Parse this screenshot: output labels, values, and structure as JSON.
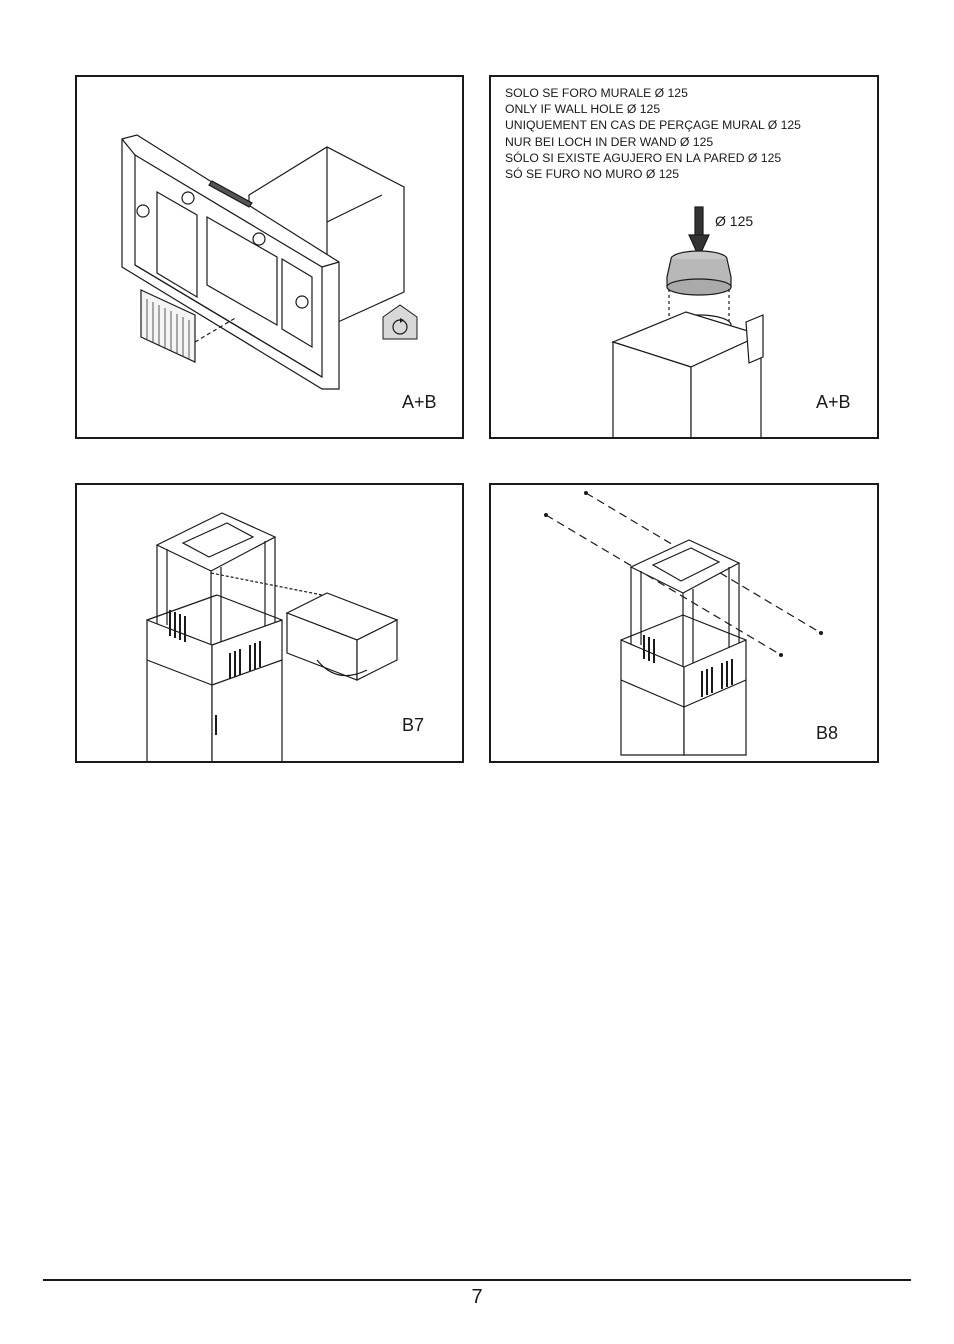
{
  "panels": {
    "p1": {
      "label": "A+B"
    },
    "p2": {
      "label": "A+B",
      "notes": [
        "SOLO SE FORO MURALE Ø 125",
        "ONLY IF WALL HOLE Ø 125",
        "UNIQUEMENT EN CAS DE PERÇAGE MURAL Ø 125",
        "NUR BEI LOCH IN DER WAND Ø 125",
        "SÓLO SI EXISTE AGUJERO EN LA PARED Ø 125",
        "SÓ SE FURO NO MURO Ø 125"
      ],
      "diameter": "Ø 125"
    },
    "p3": {
      "label": "B7"
    },
    "p4": {
      "label": "B8"
    }
  },
  "icons": {
    "recirculation": "recirculation-house-icon"
  },
  "footer": {
    "page_number": "7"
  }
}
